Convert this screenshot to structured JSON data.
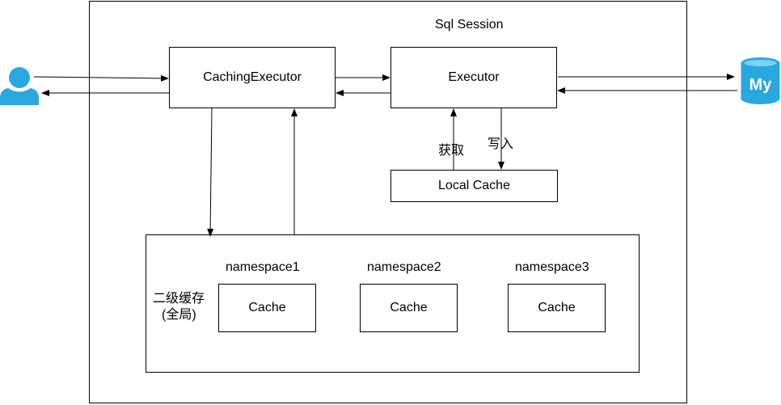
{
  "session_title": "Sql Session",
  "caching_executor_label": "CachingExecutor",
  "executor_label": "Executor",
  "local_cache_label": "Local Cache",
  "fetch_label": "获取",
  "write_label": "写入",
  "second_level_cache": {
    "line1": "二级缓存",
    "line2": "(全局)",
    "namespaces": [
      {
        "name": "namespace1",
        "cache_label": "Cache"
      },
      {
        "name": "namespace2",
        "cache_label": "Cache"
      },
      {
        "name": "namespace3",
        "cache_label": "Cache"
      }
    ]
  },
  "database_icon_text": "My",
  "icons": {
    "user": "user-icon",
    "database": "mysql-database-icon"
  },
  "colors": {
    "icon_blue": "#29a8e0",
    "stroke": "#000000"
  }
}
